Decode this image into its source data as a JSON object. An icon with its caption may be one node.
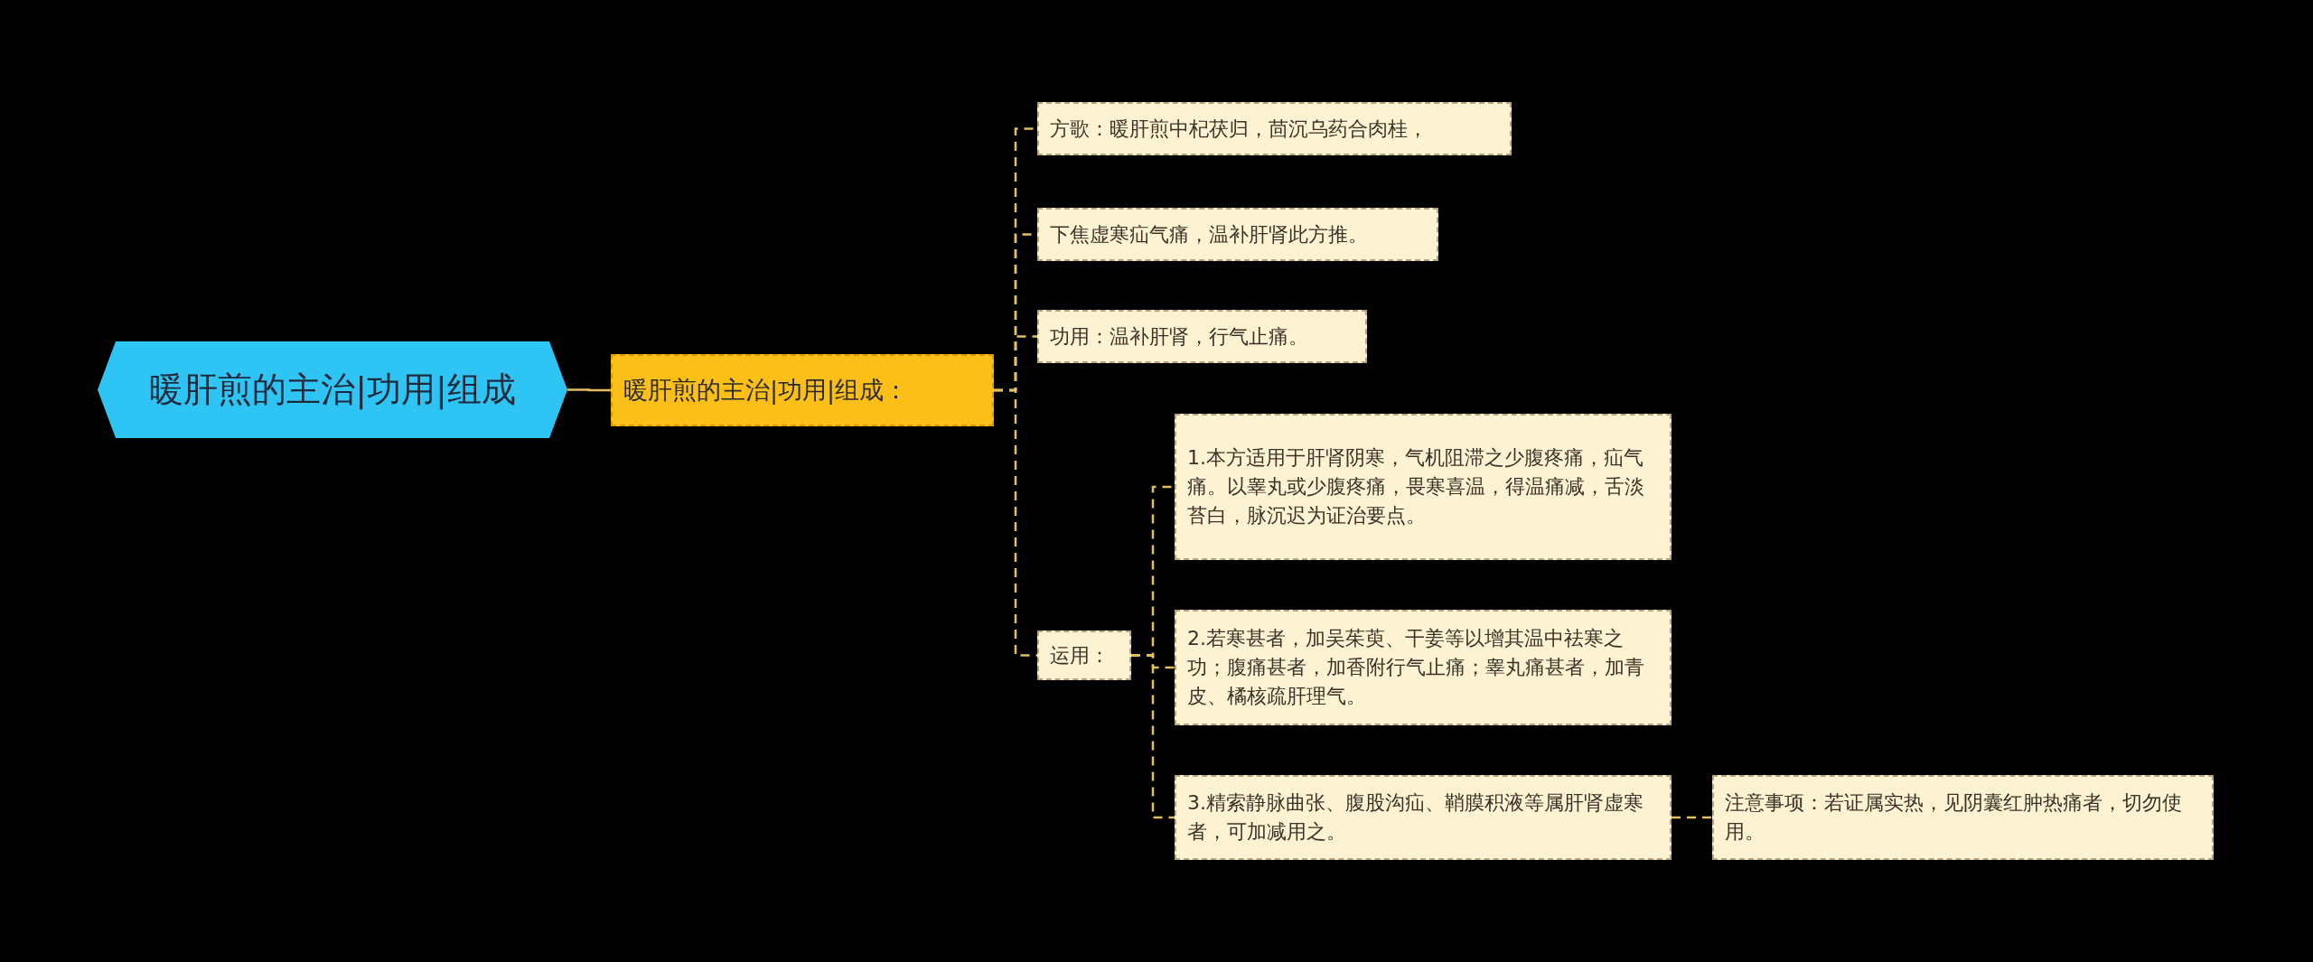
{
  "diagram": {
    "nodes": [
      {
        "text": [
          "暖肝煎的主治|功用|组成"
        ]
      },
      {
        "text": [
          "暖肝煎的主治|功用|组成："
        ]
      },
      {
        "text": [
          "方歌：暖肝煎中杞茯归，茴沉乌药合肉桂，"
        ]
      },
      {
        "text": [
          "下焦虚寒疝气痛，温补肝肾此方推。"
        ]
      },
      {
        "text": [
          "功用：温补肝肾，行气止痛。"
        ]
      },
      {
        "text": [
          "运用："
        ]
      },
      {
        "text": [
          "1.本方适用于肝肾阴寒，气机阻滞之少腹疼痛，疝气痛。以睾丸或少腹疼痛，畏寒喜温，得温痛减，舌淡苔白，脉沉迟为证治要点。"
        ]
      },
      {
        "text": [
          "2.若寒甚者，加吴茱萸、干姜等以增其温中祛寒之功；腹痛甚者，加香附行气止痛；睾丸痛甚者，加青皮、橘核疏肝理气。"
        ]
      },
      {
        "text": [
          "3.精索静脉曲张、腹股沟疝、鞘膜积液等属肝肾虚寒者，可加减用之。"
        ]
      },
      {
        "text": [
          "注意事项：若证属实热，见阴囊红肿热痛者，切勿使用。"
        ]
      }
    ],
    "edges": [
      {
        "from": 0,
        "to": 1,
        "arrow": "none"
      },
      {
        "from": 1,
        "to": 2,
        "arrow": "none",
        "style": "dashed"
      },
      {
        "from": 1,
        "to": 3,
        "arrow": "none",
        "style": "dashed"
      },
      {
        "from": 1,
        "to": 4,
        "arrow": "none",
        "style": "dashed"
      },
      {
        "from": 1,
        "to": 5,
        "arrow": "none",
        "style": "dashed"
      },
      {
        "from": 5,
        "to": 6,
        "arrow": "none",
        "style": "dashed"
      },
      {
        "from": 5,
        "to": 7,
        "arrow": "none",
        "style": "dashed"
      },
      {
        "from": 5,
        "to": 8,
        "arrow": "none",
        "style": "dashed"
      },
      {
        "from": 8,
        "to": 9,
        "arrow": "none",
        "style": "dashed"
      }
    ]
  }
}
